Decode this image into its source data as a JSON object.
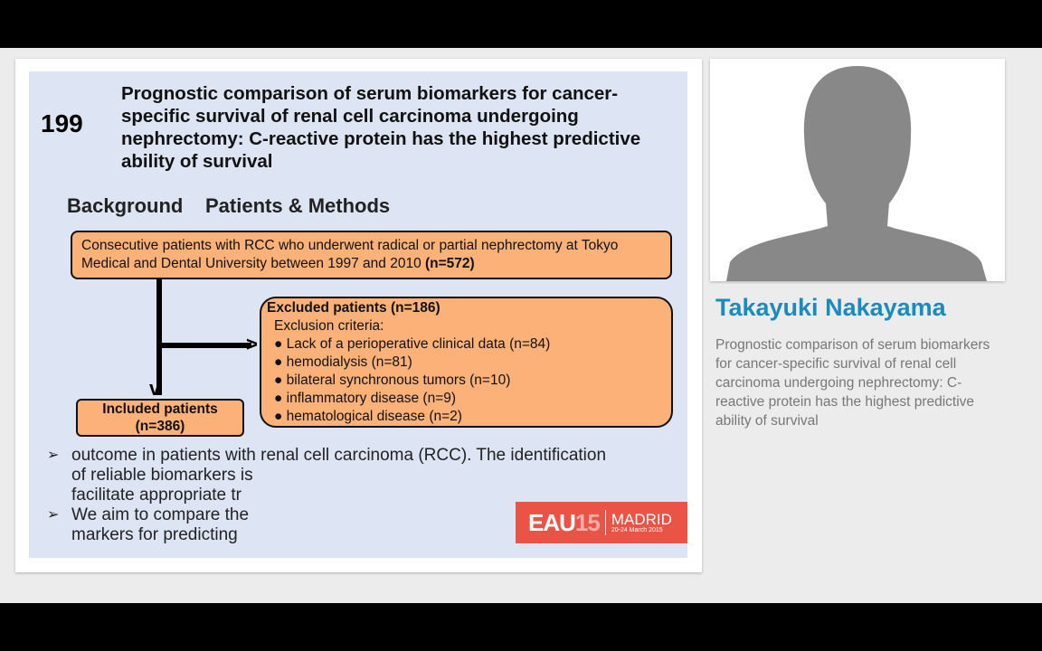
{
  "slide": {
    "abstract_number": "199",
    "title": "Prognostic comparison of serum biomarkers for cancer-specific survival of renal cell carcinoma undergoing nephrectomy: C-reactive protein has the highest predictive ability of survival",
    "section_heading_a": "Background",
    "section_heading_b": "Patients & Methods",
    "background_lines": [
      "outcome in patients with renal cell carcinoma (RCC). The identification",
      "of reliable biomarkers is",
      "facilitate appropriate tr",
      "We aim to compare the",
      "markers for predicting"
    ],
    "bullet_glyph": "➢",
    "flow": {
      "cohort_text": "Consecutive patients with RCC who underwent radical or partial nephrectomy at Tokyo Medical and Dental University between 1997 and 2010",
      "cohort_n": "(n=572)",
      "excluded_title": "Excluded patients (n=186)",
      "exclusion_label": "Exclusion criteria:",
      "exclusions": [
        "Lack of a perioperative clinical data (n=84)",
        "hemodialysis (n=81)",
        "bilateral synchronous tumors (n=10)",
        "inflammatory disease (n=9)",
        "hematological disease (n=2)"
      ],
      "included_title": "Included patients",
      "included_n": "(n=386)"
    },
    "logo": {
      "eau": "EAU",
      "year": "15",
      "city": "MADRID",
      "dates": "20-24 March 2015",
      "color": "#ea5446"
    }
  },
  "speaker": {
    "name": "Takayuki Nakayama",
    "description": "Prognostic comparison of serum biomarkers for cancer-specific survival of renal cell carcinoma undergoing nephrectomy: C-reactive protein has the highest predictive ability of survival",
    "name_color": "#1a8bc0"
  }
}
